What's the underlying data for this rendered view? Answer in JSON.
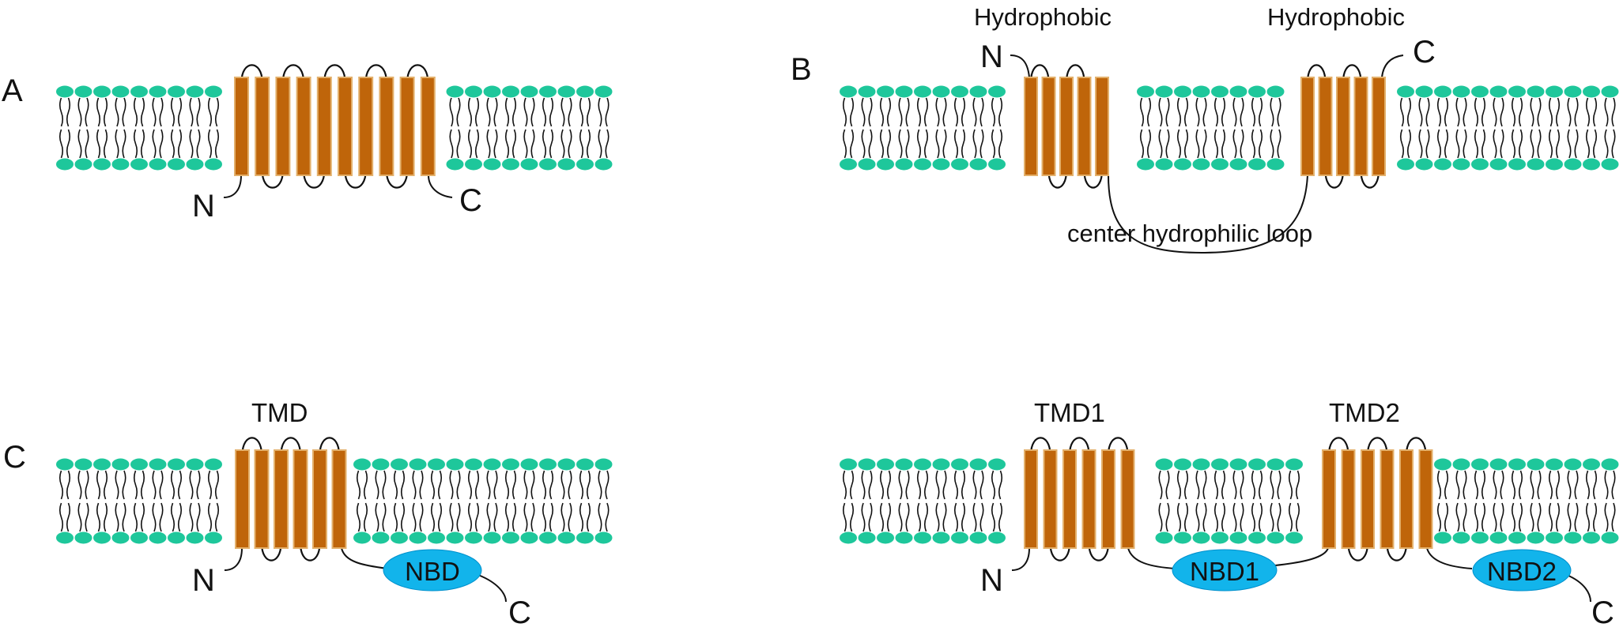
{
  "colors": {
    "lipid_head": "#1ec79b",
    "helix": "#bf650a",
    "nbd": "#12b4eb",
    "line": "#111111"
  },
  "panels": [
    {
      "letter": "A",
      "n_label": "N",
      "c_label": "C",
      "helix_groups": 1,
      "helices_per_group": 10
    },
    {
      "letter": "B",
      "n_label": "N",
      "c_label": "C",
      "helix_groups": 2,
      "helices_per_group": 5,
      "group_labels": [
        "Hydrophobic",
        "Hydrophobic"
      ],
      "loop_label": "center hydrophilic loop"
    },
    {
      "letter": "C",
      "n_label": "N",
      "c_label": "C",
      "helix_groups": 1,
      "helices_per_group": 6,
      "group_labels": [
        "TMD"
      ],
      "nbd_labels": [
        "NBD"
      ]
    },
    {
      "letter": "",
      "n_label": "N",
      "c_label": "C",
      "helix_groups": 2,
      "helices_per_group": 6,
      "group_labels": [
        "TMD1",
        "TMD2"
      ],
      "nbd_labels": [
        "NBD1",
        "NBD2"
      ]
    }
  ]
}
